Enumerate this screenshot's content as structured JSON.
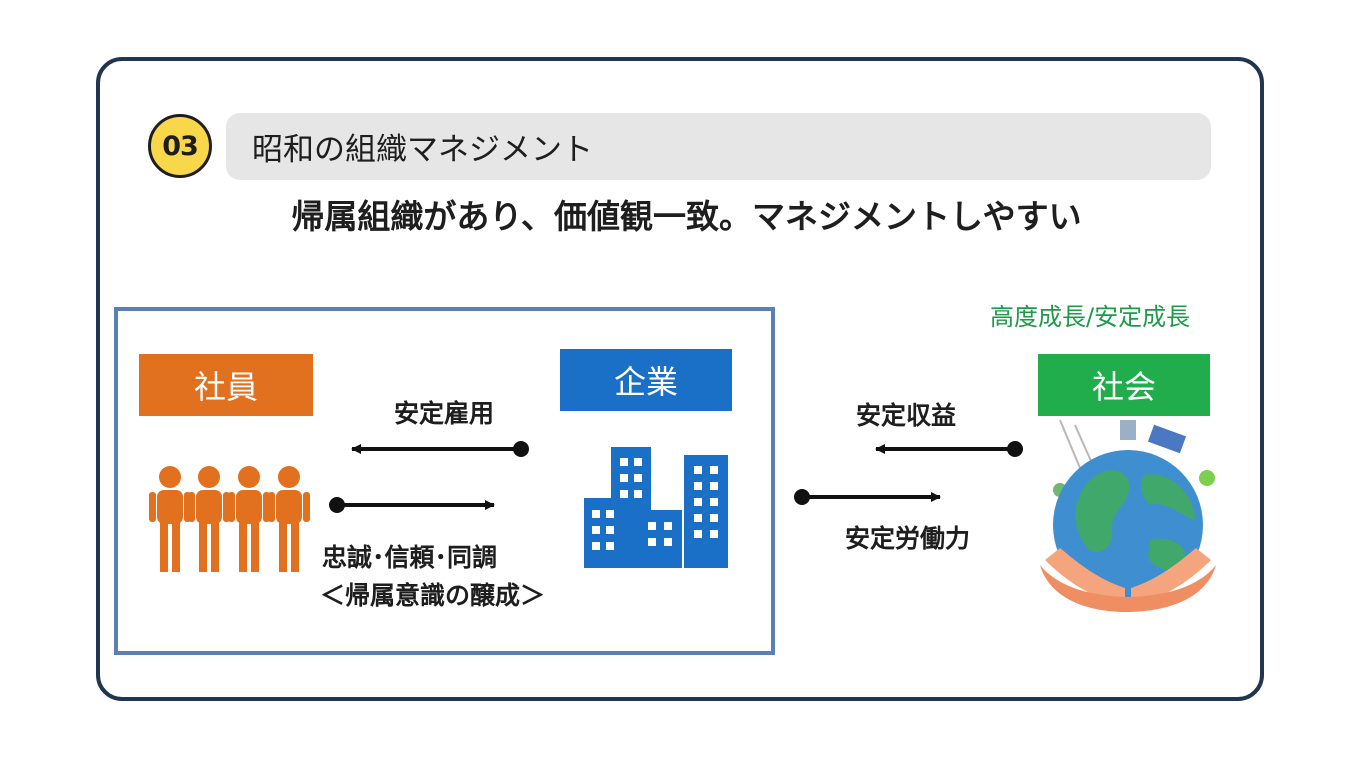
{
  "header": {
    "badge_number": "03",
    "title": "昭和の組織マネジメント",
    "subtitle": "帰属組織があり、価値観一致。マネジメントしやすい"
  },
  "entities": {
    "employee": "社員",
    "company": "企業",
    "society": "社会"
  },
  "society_note": "高度成長/安定成長",
  "flows": {
    "company_to_employee": "安定雇用",
    "employee_to_company_line1": "忠誠･信頼･同調",
    "employee_to_company_line2": "＜帰属意識の醸成＞",
    "society_to_company": "安定収益",
    "company_to_society": "安定労働力"
  },
  "colors": {
    "employee": "#e1701f",
    "company": "#1a70c6",
    "society": "#21ad4c",
    "frame": "#5b80b8",
    "badge": "#f9d74b"
  }
}
